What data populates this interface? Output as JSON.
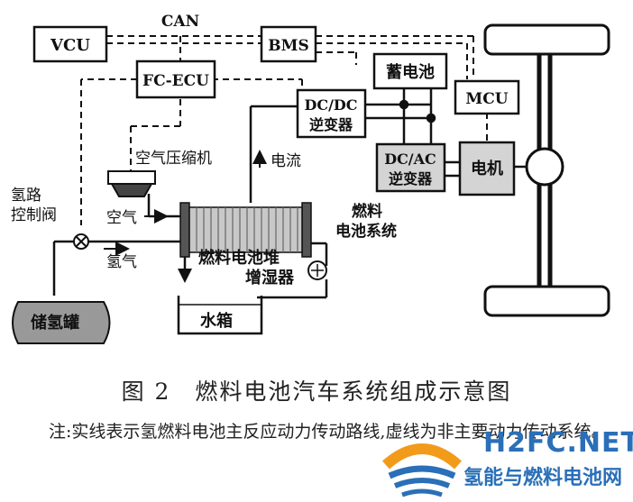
{
  "labels": {
    "vcu": "VCU",
    "bms": "BMS",
    "can": "CAN",
    "fc_ecu": "FC-ECU",
    "battery": "蓄电池",
    "mcu": "MCU",
    "dcdc_line1": "DC/DC",
    "dcdc_line2": "逆变器",
    "dcac_line1": "DC/AC",
    "dcac_line2": "逆变器",
    "motor": "电机",
    "air_compressor": "空气压缩机",
    "current": "电流",
    "h2_valve_line1": "氢路",
    "h2_valve_line2": "控制阀",
    "air": "空气",
    "hydrogen": "氢气",
    "fuel_cell_stack": "燃料电池堆",
    "humidifier": "增湿器",
    "fc_system_line1": "燃料",
    "fc_system_line2": "电池系统",
    "water_tank": "水箱",
    "h2_tank": "储氢罐"
  },
  "caption": "图 2　燃料电池汽车系统组成示意图",
  "note": "注:实线表示氢燃料电池主反应动力传动路线,虚线为非主要动力传动系统。",
  "watermark": {
    "site": "H2FC.NET",
    "name": "氢能与燃料电池网"
  }
}
